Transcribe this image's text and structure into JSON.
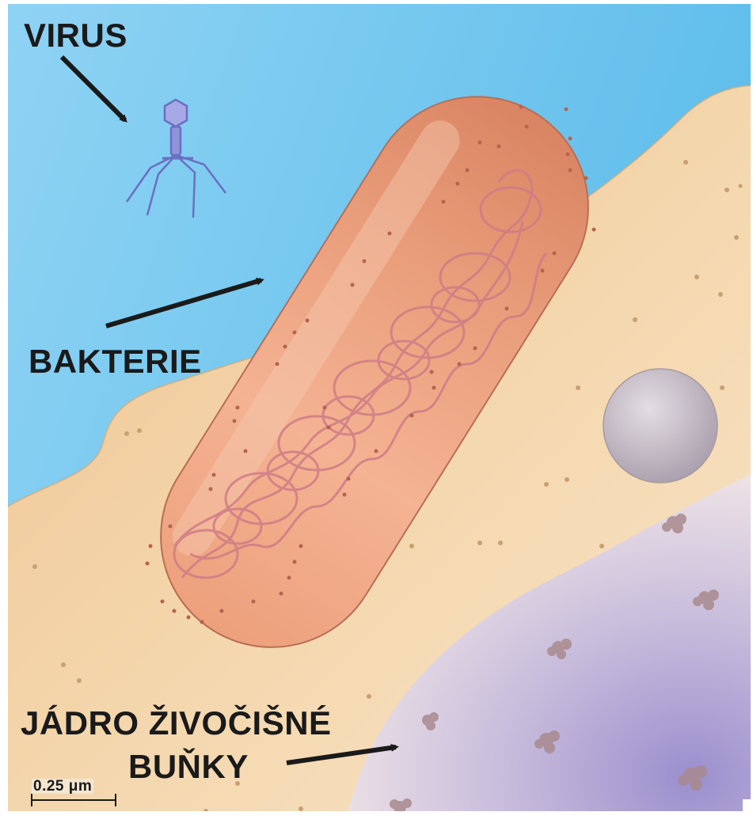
{
  "labels": {
    "virus": "VIRUS",
    "bacterium": "BAKTERIE",
    "nucleus_line1": "JÁDRO ŽIVOČIŠNÉ",
    "nucleus_line2": "BUŇKY",
    "scale_bar": "0.25 μm"
  },
  "colors": {
    "sky": "#7dcbf0",
    "animal_cell_cytoplasm": "#f2d1a4",
    "bacterium_body": "#e79b78",
    "nucleoid": "#d98a8a",
    "nucleus": "#c9bcdc",
    "virus": "#8c8fd6",
    "vesicle": "#bfb8c4",
    "arrow": "#1a1a1a"
  }
}
